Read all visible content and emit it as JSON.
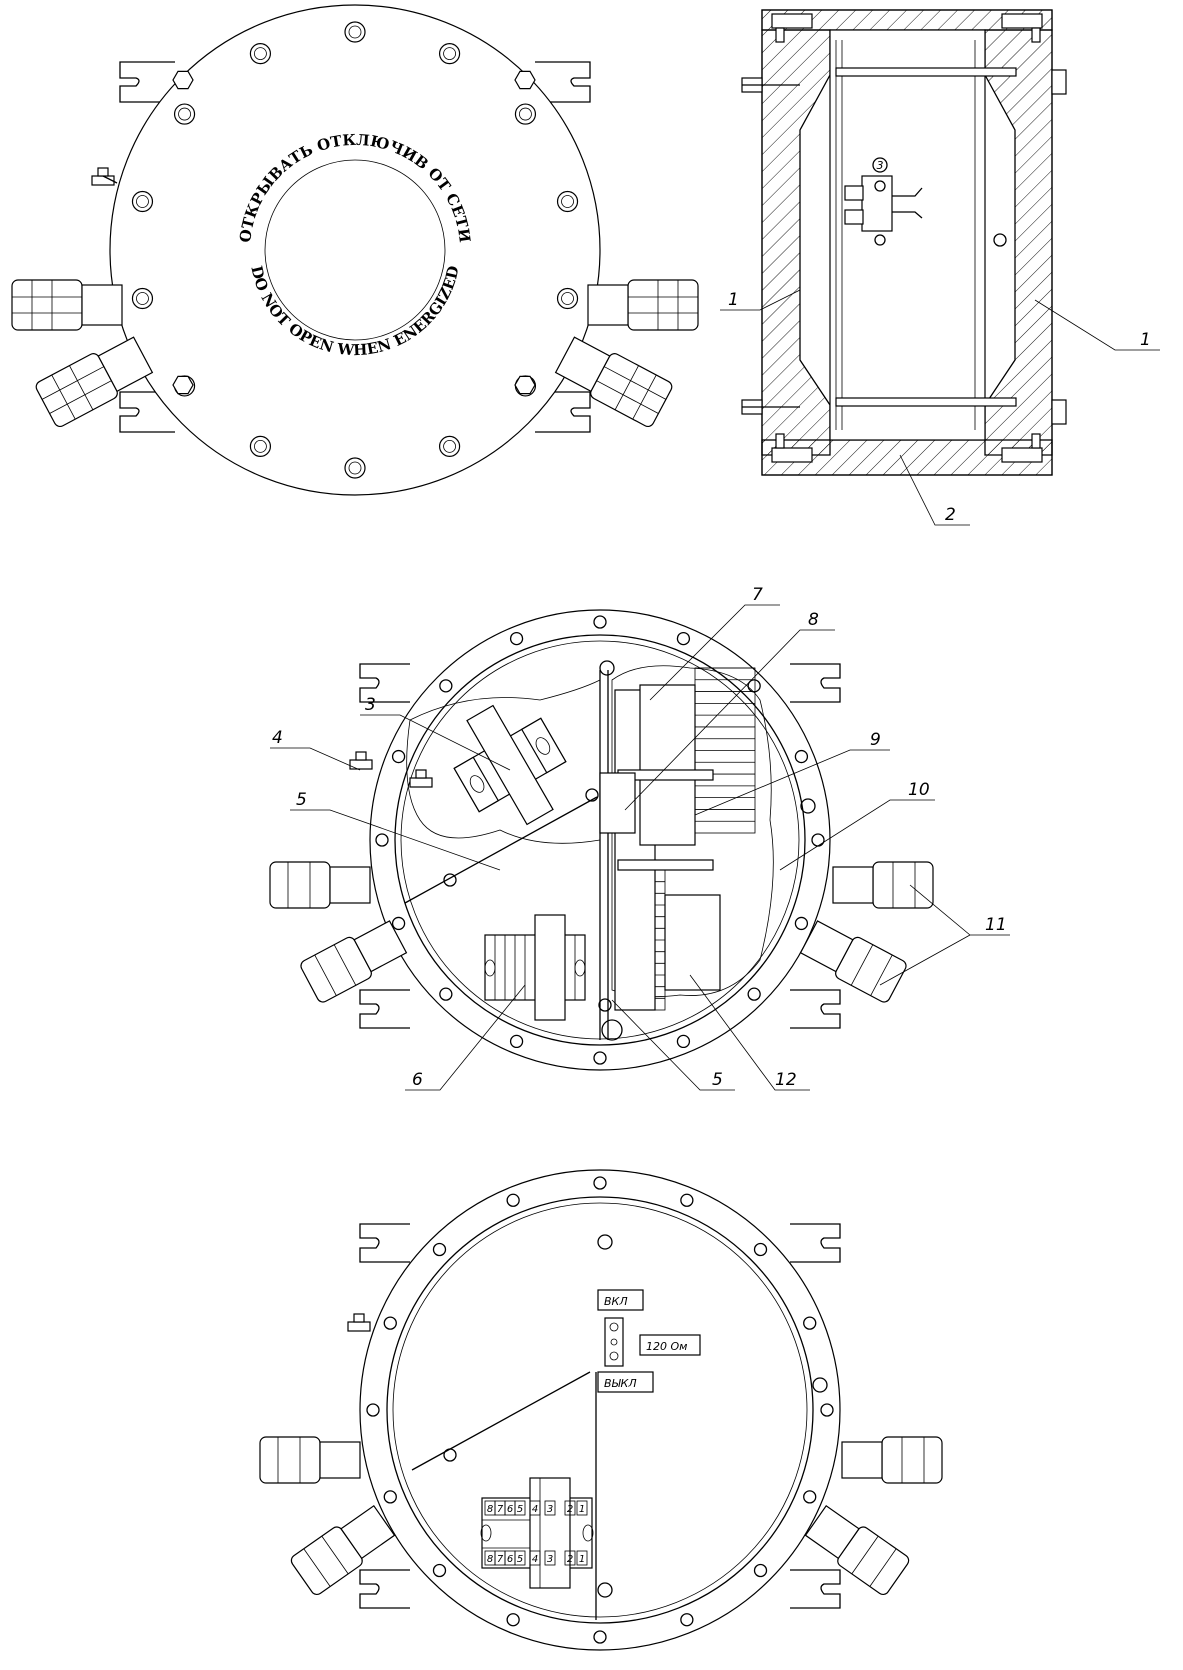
{
  "cover_inscription": {
    "top_text": "ОТКРЫВАТЬ ОТКЛЮЧИВ ОТ СЕТИ",
    "bottom_text": "DO NOT OPEN WHEN ENERGIZED"
  },
  "section_labels": {
    "left_wall": "1",
    "right_wall": "1",
    "bottom_wall": "2",
    "earth_mark": "3"
  },
  "callouts": [
    {
      "id": "c3",
      "text": "3"
    },
    {
      "id": "c4",
      "text": "4"
    },
    {
      "id": "c5a",
      "text": "5"
    },
    {
      "id": "c5b",
      "text": "5"
    },
    {
      "id": "c6",
      "text": "6"
    },
    {
      "id": "c7",
      "text": "7"
    },
    {
      "id": "c8",
      "text": "8"
    },
    {
      "id": "c9",
      "text": "9"
    },
    {
      "id": "c10",
      "text": "10"
    },
    {
      "id": "c11",
      "text": "11"
    },
    {
      "id": "c12",
      "text": "12"
    }
  ],
  "panel_signs": {
    "on": "ВКЛ",
    "off": "ВЫКЛ",
    "resistor": "120 Ом"
  },
  "terminal_numbers": {
    "top_row": [
      "8",
      "7",
      "6",
      "5",
      "4",
      "3",
      "2",
      "1"
    ],
    "bottom_row": [
      "8",
      "7",
      "6",
      "5",
      "4",
      "3",
      "2",
      "1"
    ]
  }
}
